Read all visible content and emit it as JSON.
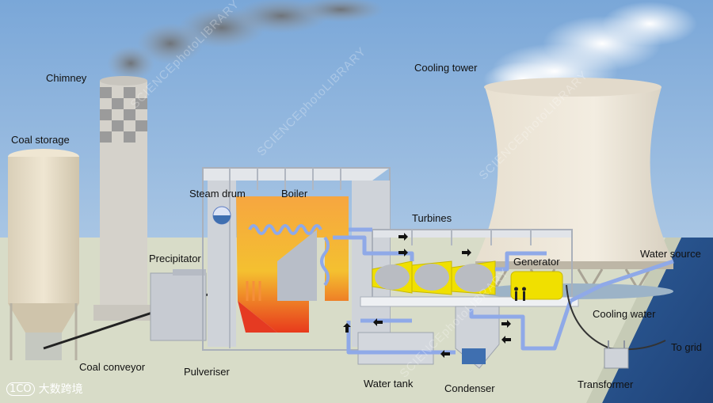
{
  "labels": {
    "chimney": "Chimney",
    "coal_storage": "Coal storage",
    "cooling_tower": "Cooling tower",
    "steam_drum": "Steam drum",
    "boiler": "Boiler",
    "turbines": "Turbines",
    "precipitator": "Precipitator",
    "generator": "Generator",
    "water_source": "Water source",
    "cooling_water": "Cooling water",
    "to_grid": "To grid",
    "coal_conveyor": "Coal conveyor",
    "pulveriser": "Pulveriser",
    "water_tank": "Water tank",
    "condenser": "Condenser",
    "transformer": "Transformer"
  },
  "watermark": "SCIENCEphotoLIBRARY",
  "logo": {
    "mark": "1CO",
    "text": "大数跨境"
  },
  "colors": {
    "sky": "#8fb4dc",
    "ground": "#d8dcc8",
    "pipe": "#8fa9e8",
    "fire": "#f39a2a",
    "turbine": "#f0e000",
    "water": "#3f6fb0",
    "structure": "#c9cdd4"
  }
}
